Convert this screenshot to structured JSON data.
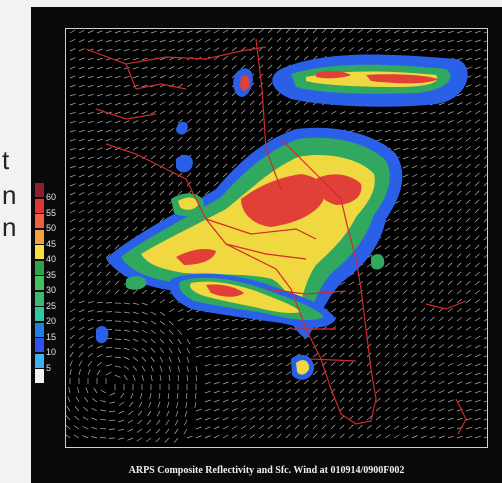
{
  "side_text": [
    "t",
    "n",
    "n"
  ],
  "caption": "ARPS Composite Reflectivity and Sfc. Wind at 010914/0900F002",
  "legend": {
    "levels": [
      {
        "label": "60",
        "color": "#8b1f2b"
      },
      {
        "label": "55",
        "color": "#e03538"
      },
      {
        "label": "50",
        "color": "#f06040"
      },
      {
        "label": "45",
        "color": "#f4a040"
      },
      {
        "label": "40",
        "color": "#f6e040"
      },
      {
        "label": "35",
        "color": "#30a050"
      },
      {
        "label": "30",
        "color": "#40c060"
      },
      {
        "label": "25",
        "color": "#3cb878"
      },
      {
        "label": "20",
        "color": "#30c8a0"
      },
      {
        "label": "15",
        "color": "#2080e0"
      },
      {
        "label": "10",
        "color": "#3050f0"
      },
      {
        "label": "5",
        "color": "#40b0f0"
      },
      {
        "label": "",
        "color": "#f2f2f2"
      }
    ]
  },
  "colors": {
    "coastline": "#d22a2a",
    "wind_barbs": "#e8e8e8",
    "background": "#000000"
  }
}
